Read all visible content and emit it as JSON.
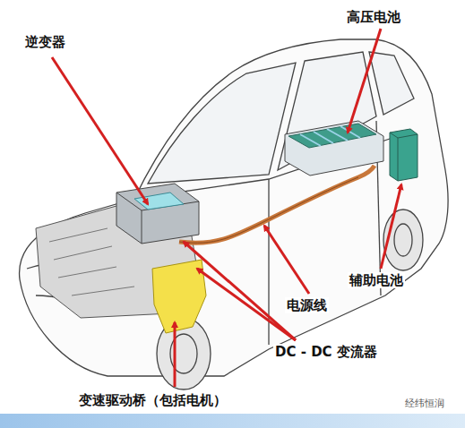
{
  "diagram": {
    "labels": [
      "逆变器",
      "高压电池",
      "辅助电池",
      "电源线",
      "DC - DC 变流器",
      "变速驱动桥（包括电机）",
      "经纬恒润"
    ]
  }
}
